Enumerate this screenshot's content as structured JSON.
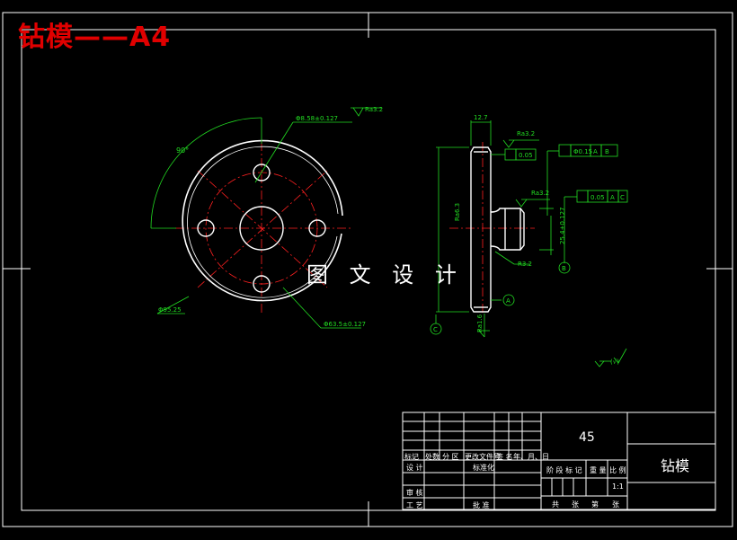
{
  "drawing": {
    "title": "钻模——A4",
    "watermark": "图 文 设 计",
    "front_view": {
      "angle": "90°",
      "hole_dim": "Φ8.58±0.127",
      "outer_dim": "Φ95.25",
      "pcd_dim": "Φ63.5±0.127",
      "roughness": "Ra3.2"
    },
    "side_view": {
      "width_dim": "12.7",
      "roughness_top": "Ra3.2",
      "flatness_value": "0.05",
      "position_tol": "Φ0.15",
      "datum_a": "A",
      "datum_b": "B",
      "datum_c": "C",
      "roughness_mid": "Ra3.2",
      "rough_left": "Ra6.3",
      "runout_value": "0.05",
      "boss_dim": "25.4±0.127",
      "radius": "R3.2",
      "rough_bottom": "Ra1.6"
    },
    "rest_roughness": "(√)"
  },
  "title_block": {
    "material": "45",
    "part_name": "钻模",
    "scale": "1:1",
    "headers": [
      "标记",
      "处数",
      "分 区",
      "更改文件号",
      "签 名",
      "年、月、日"
    ],
    "row_design": "设 计",
    "row_standard": "标准化",
    "row_review": "审 核",
    "row_process": "工 艺",
    "row_approve": "批 准",
    "stage_label": "阶 段 标 记",
    "weight_label": "重 量",
    "scale_label": "比 例",
    "total_label": "共",
    "sheet_label": "张",
    "page_label": "第",
    "page_label2": "张"
  }
}
